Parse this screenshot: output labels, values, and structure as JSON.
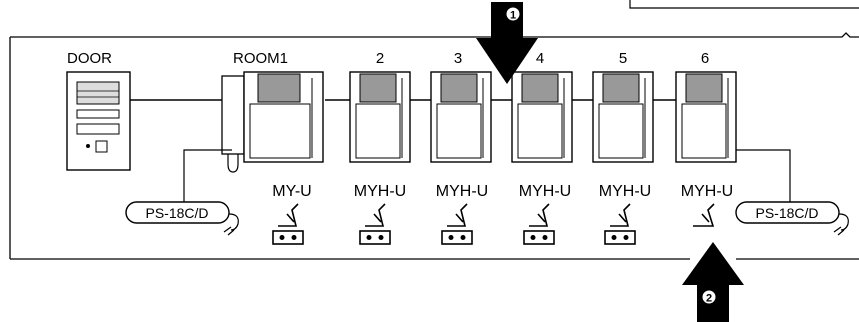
{
  "door": {
    "label": "DOOR"
  },
  "rooms": [
    {
      "label": "ROOM1",
      "model": "MY-U"
    },
    {
      "label": "2",
      "model": "MYH-U"
    },
    {
      "label": "3",
      "model": "MYH-U"
    },
    {
      "label": "4",
      "model": "MYH-U"
    },
    {
      "label": "5",
      "model": "MYH-U"
    },
    {
      "label": "6",
      "model": "MYH-U"
    }
  ],
  "power_supplies": [
    {
      "label": "PS-18C/D"
    },
    {
      "label": "PS-18C/D"
    }
  ],
  "callouts": [
    {
      "number": "1"
    },
    {
      "number": "2"
    }
  ]
}
